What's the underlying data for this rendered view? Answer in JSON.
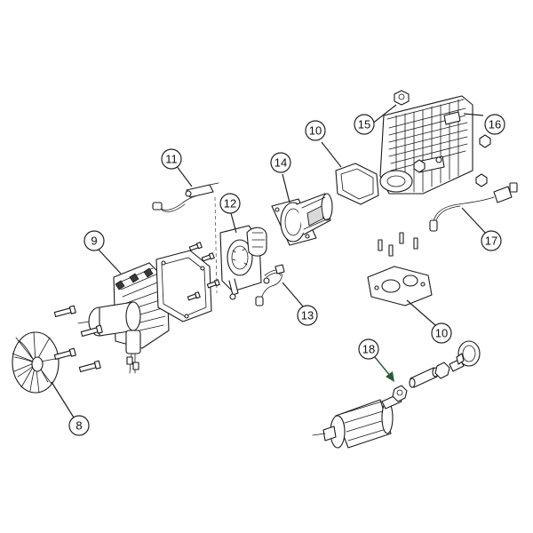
{
  "callouts": [
    {
      "id": "c8",
      "label": "8"
    },
    {
      "id": "c9",
      "label": "9"
    },
    {
      "id": "c10a",
      "label": "10"
    },
    {
      "id": "c10b",
      "label": "10"
    },
    {
      "id": "c11",
      "label": "11"
    },
    {
      "id": "c12",
      "label": "12"
    },
    {
      "id": "c13",
      "label": "13"
    },
    {
      "id": "c14",
      "label": "14"
    },
    {
      "id": "c15",
      "label": "15"
    },
    {
      "id": "c16",
      "label": "16"
    },
    {
      "id": "c17",
      "label": "17"
    },
    {
      "id": "c18",
      "label": "18"
    }
  ],
  "colors": {
    "line": "#1a1a1a",
    "arrow": "#2a5a3a",
    "background": "#ffffff"
  }
}
